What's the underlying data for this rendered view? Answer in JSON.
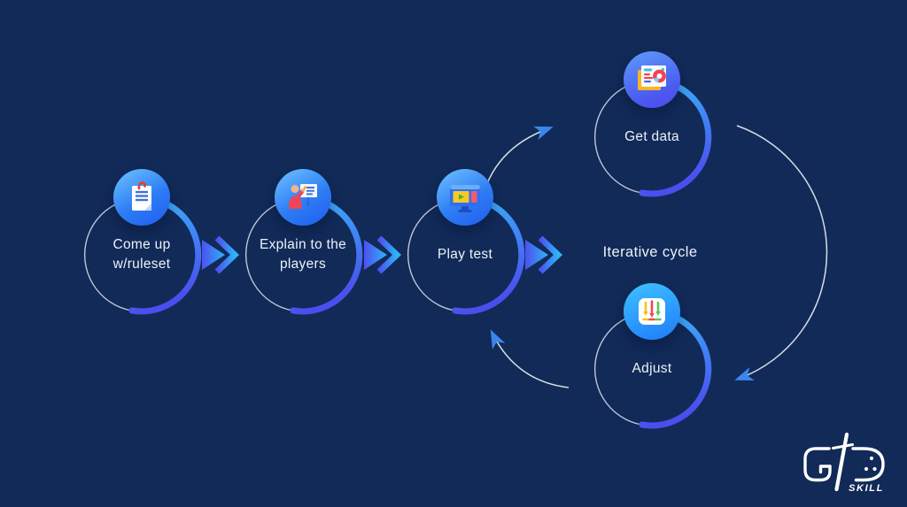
{
  "title": "Game design iterative cycle diagram",
  "background_color": "#112a58",
  "text_color": "#eef2f8",
  "accent_colors": {
    "arc_gradient_top": "#38b6fb",
    "arc_gradient_bottom": "#4b4ded",
    "arrowhead_blue": "#3e8efb",
    "thin_arc_white": "#e8ecf5"
  },
  "diagram": {
    "center_label": "Iterative cycle",
    "nodes": [
      {
        "label": "Come up w/ruleset",
        "icon": "ruleset-document-icon"
      },
      {
        "label": "Explain to the players",
        "icon": "presenter-whiteboard-icon"
      },
      {
        "label": "Play test",
        "icon": "video-monitor-icon"
      },
      {
        "label": "Get data",
        "icon": "analytics-report-icon"
      },
      {
        "label": "Adjust",
        "icon": "sliders-icon"
      }
    ],
    "edges": [
      {
        "from": "Come up w/ruleset",
        "to": "Explain to the players",
        "style": "double-chevron"
      },
      {
        "from": "Explain to the players",
        "to": "Play test",
        "style": "double-chevron"
      },
      {
        "from": "Play test",
        "to": "Get data",
        "style": "curved-arrow"
      },
      {
        "from": "Get data",
        "to": "Adjust",
        "style": "curved-arrow"
      },
      {
        "from": "Adjust",
        "to": "Play test",
        "style": "curved-arrow"
      }
    ]
  },
  "logo": {
    "text": "SKILL",
    "mark": "gd-sword-monogram"
  }
}
